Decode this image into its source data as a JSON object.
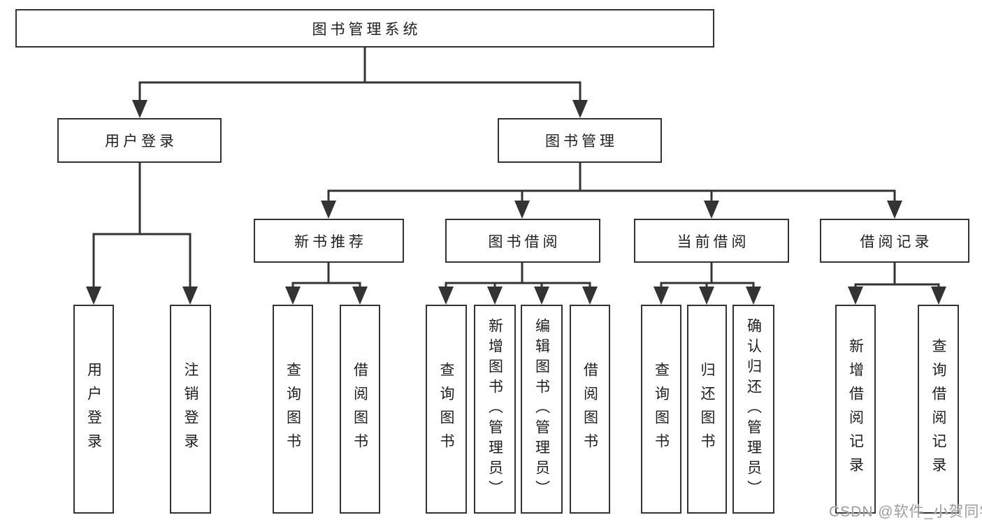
{
  "root": {
    "label": "图书管理系统"
  },
  "level2": {
    "user_login": {
      "label": "用户登录",
      "children": [
        {
          "label": "用户登录"
        },
        {
          "label": "注销登录"
        }
      ]
    },
    "book_mgmt": {
      "label": "图书管理",
      "sections": {
        "new_books": {
          "label": "新书推荐",
          "children": [
            {
              "label": "查询图书"
            },
            {
              "label": "借阅图书"
            }
          ]
        },
        "book_borrow": {
          "label": "图书借阅",
          "children": [
            {
              "label": "查询图书"
            },
            {
              "label": "新增图书（管理员）"
            },
            {
              "label": "编辑图书（管理员）"
            },
            {
              "label": "借阅图书"
            }
          ]
        },
        "current_borrow": {
          "label": "当前借阅",
          "children": [
            {
              "label": "查询图书"
            },
            {
              "label": "归还图书"
            },
            {
              "label": "确认归还（管理员）"
            }
          ]
        },
        "borrow_records": {
          "label": "借阅记录",
          "children": [
            {
              "label": "新增借阅记录"
            },
            {
              "label": "查询借阅记录"
            }
          ]
        }
      }
    }
  },
  "watermark": "CSDN @软件_小贺同学",
  "colors": {
    "line": "#333333",
    "border": "#333333",
    "text": "#1f1f1f",
    "watermark": "#9c9c9c",
    "background": "#ffffff"
  }
}
